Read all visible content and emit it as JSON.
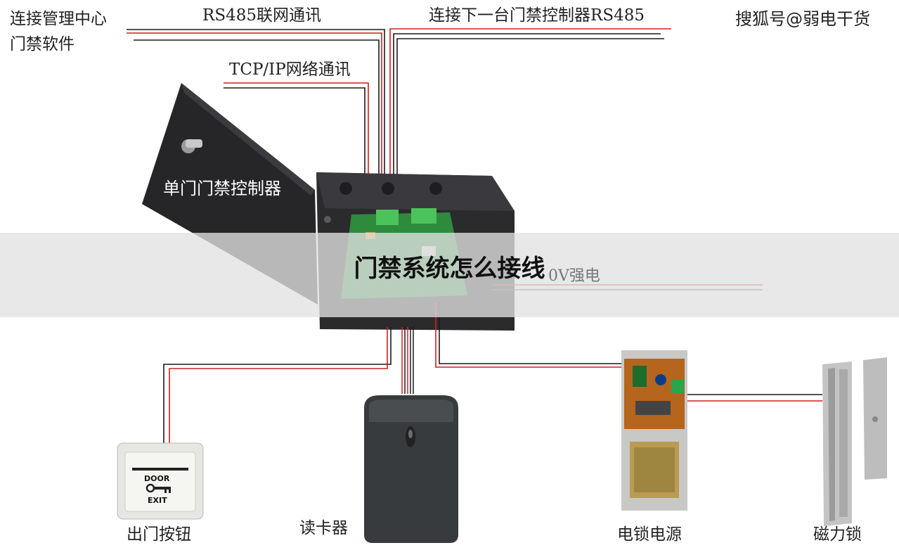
{
  "watermark": "搜狐号@弱电干货",
  "labels": {
    "center_software_line1": "连接管理中心",
    "center_software_line2": "门禁软件",
    "rs485_network": "RS485联网通讯",
    "next_controller": "连接下一台门禁控制器RS485",
    "tcpip": "TCP/IP网络通讯",
    "controller": "单门门禁控制器",
    "ac_power_partial": "0V强电",
    "exit_button": "出门按钮",
    "card_reader": "读卡器",
    "lock_power": "电锁电源",
    "mag_lock": "磁力锁"
  },
  "button_face": {
    "top": "DOOR",
    "bottom": "EXIT"
  },
  "overlay_title": "门禁系统怎么接线",
  "colors": {
    "wire_red": "#d21e1e",
    "wire_black": "#1a1a1a",
    "enclosure": "#2b2b2e",
    "pcb": "#2e8b3e"
  }
}
